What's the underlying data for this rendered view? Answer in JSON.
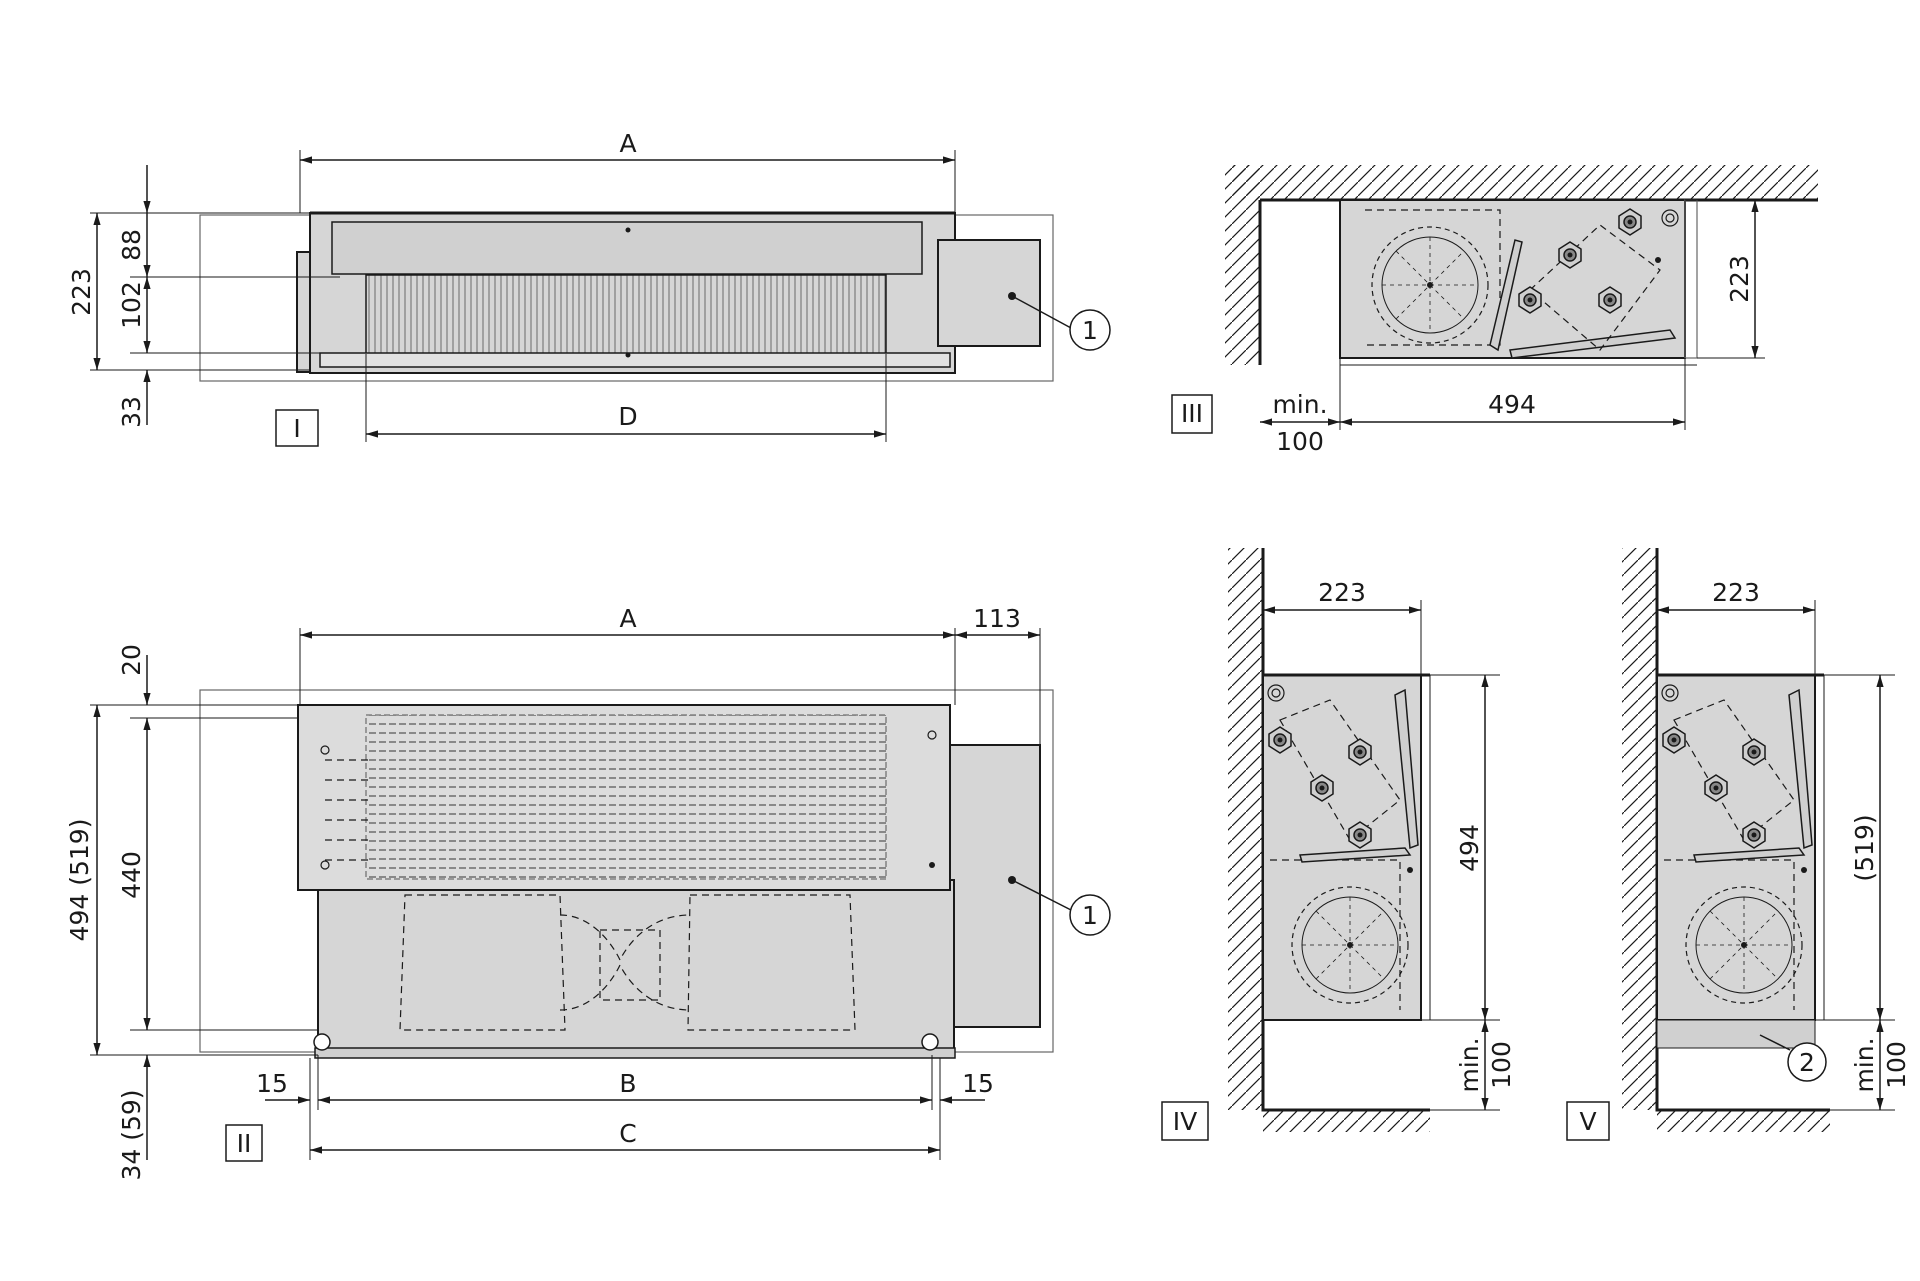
{
  "views": {
    "I": {
      "label": "I",
      "dim_A": "A",
      "dim_D": "D",
      "dim_88": "88",
      "dim_102": "102",
      "dim_223": "223",
      "dim_33": "33",
      "callout_1": "1"
    },
    "II": {
      "label": "II",
      "dim_A": "A",
      "dim_113": "113",
      "dim_20": "20",
      "dim_440": "440",
      "dim_494_519": "494 (519)",
      "dim_34_59": "34 (59)",
      "dim_15_left": "15",
      "dim_15_right": "15",
      "dim_B": "B",
      "dim_C": "C",
      "callout_1": "1"
    },
    "III": {
      "label": "III",
      "dim_223": "223",
      "dim_494": "494",
      "dim_min": "min.",
      "dim_100": "100"
    },
    "IV": {
      "label": "IV",
      "dim_223": "223",
      "dim_494": "494",
      "dim_min": "min.",
      "dim_100": "100"
    },
    "V": {
      "label": "V",
      "dim_223": "223",
      "dim_519": "(519)",
      "dim_min": "min.",
      "dim_100": "100",
      "callout_2": "2"
    }
  }
}
